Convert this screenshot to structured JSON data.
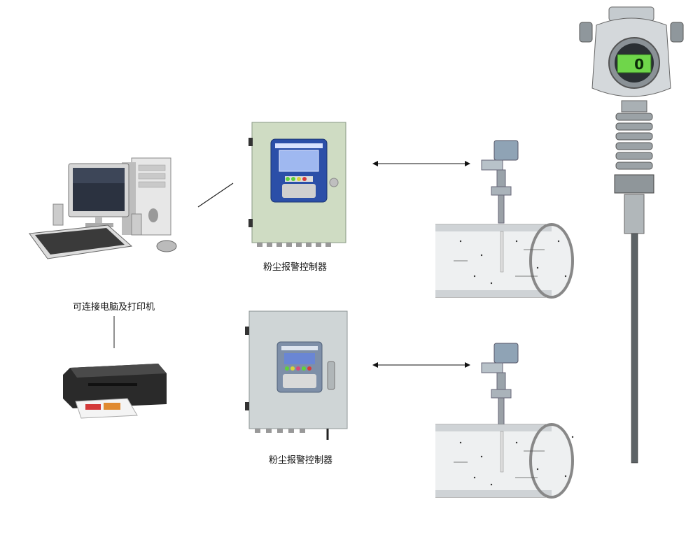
{
  "labels": {
    "computer_caption": "可连接电脑及打印机",
    "controller_top_caption": "粉尘报警控制器",
    "controller_bottom_caption": "粉尘报警控制器"
  },
  "transmitter": {
    "display_value": "0"
  },
  "colors": {
    "controller_top_body": "#cfdcc3",
    "controller_bottom_body": "#cfd5d6",
    "panel_blue": "#2b4fa8",
    "lcd_green": "#6fd64a",
    "pipe_fill": "#eef0f1"
  }
}
